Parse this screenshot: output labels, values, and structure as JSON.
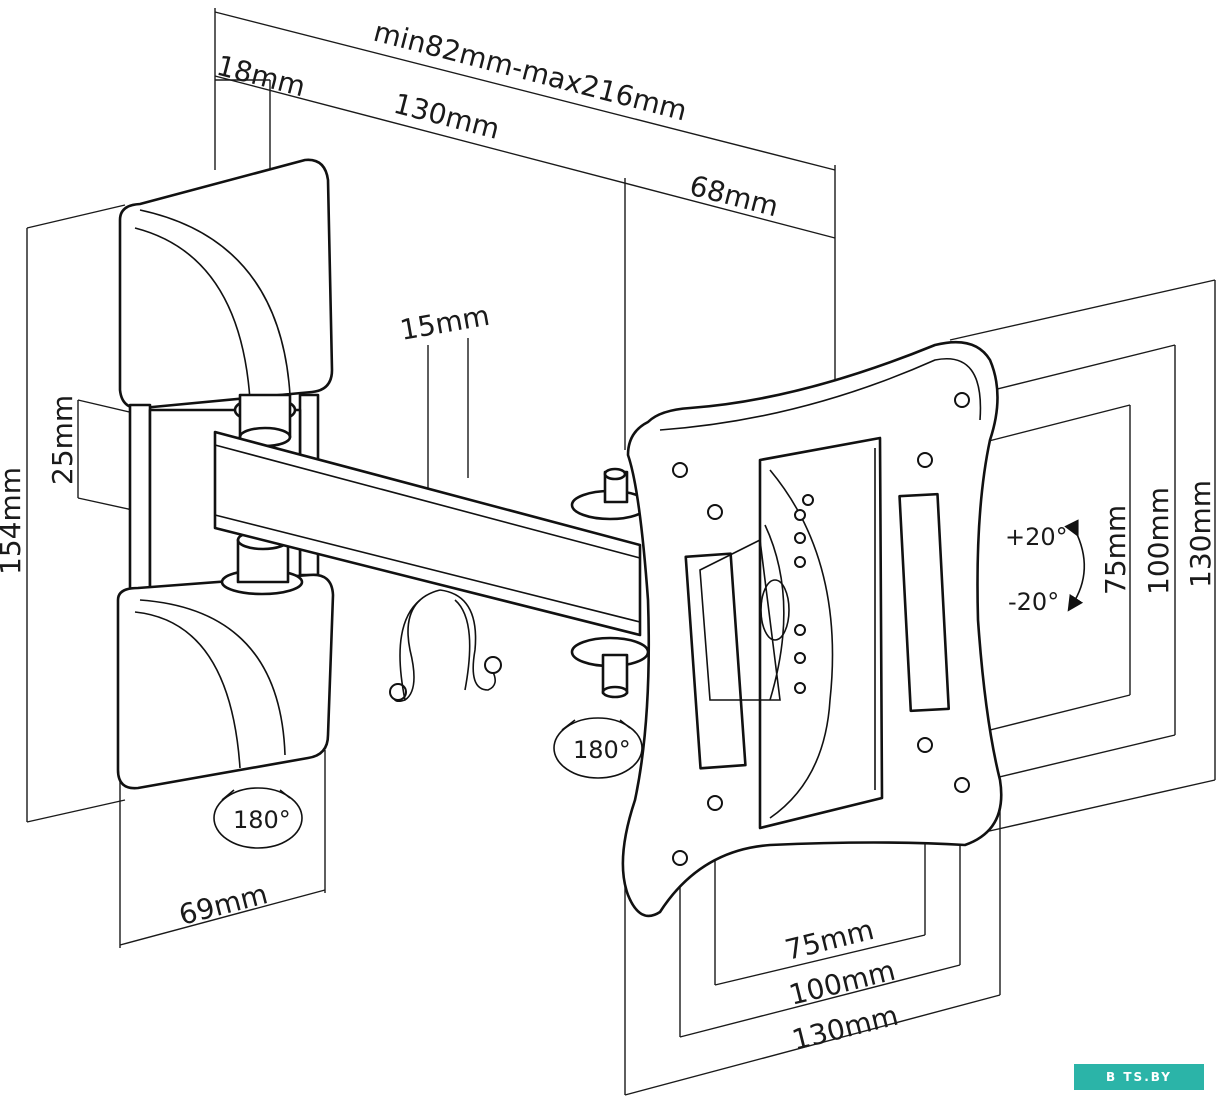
{
  "dimensions": {
    "range": "min82mm-max216mm",
    "wall_plate_depth": "18mm",
    "arm_length": "130mm",
    "plate_offset": "68mm",
    "arm_width": "15mm",
    "arm_height": "25mm",
    "wall_plate_height": "154mm",
    "wall_plate_width": "69mm",
    "vesa_v_small": "75mm",
    "vesa_v_mid": "100mm",
    "vesa_v_large": "130mm",
    "vesa_h_small": "75mm",
    "vesa_h_mid": "100mm",
    "vesa_h_large": "130mm"
  },
  "annotations": {
    "tilt_up": "+20°",
    "tilt_down": "-20°",
    "swivel_wall": "180°",
    "swivel_head": "180°"
  },
  "watermark": "B TS.BY",
  "colors": {
    "line": "#1a1a1a",
    "watermark_bg": "#2bb4a8"
  }
}
